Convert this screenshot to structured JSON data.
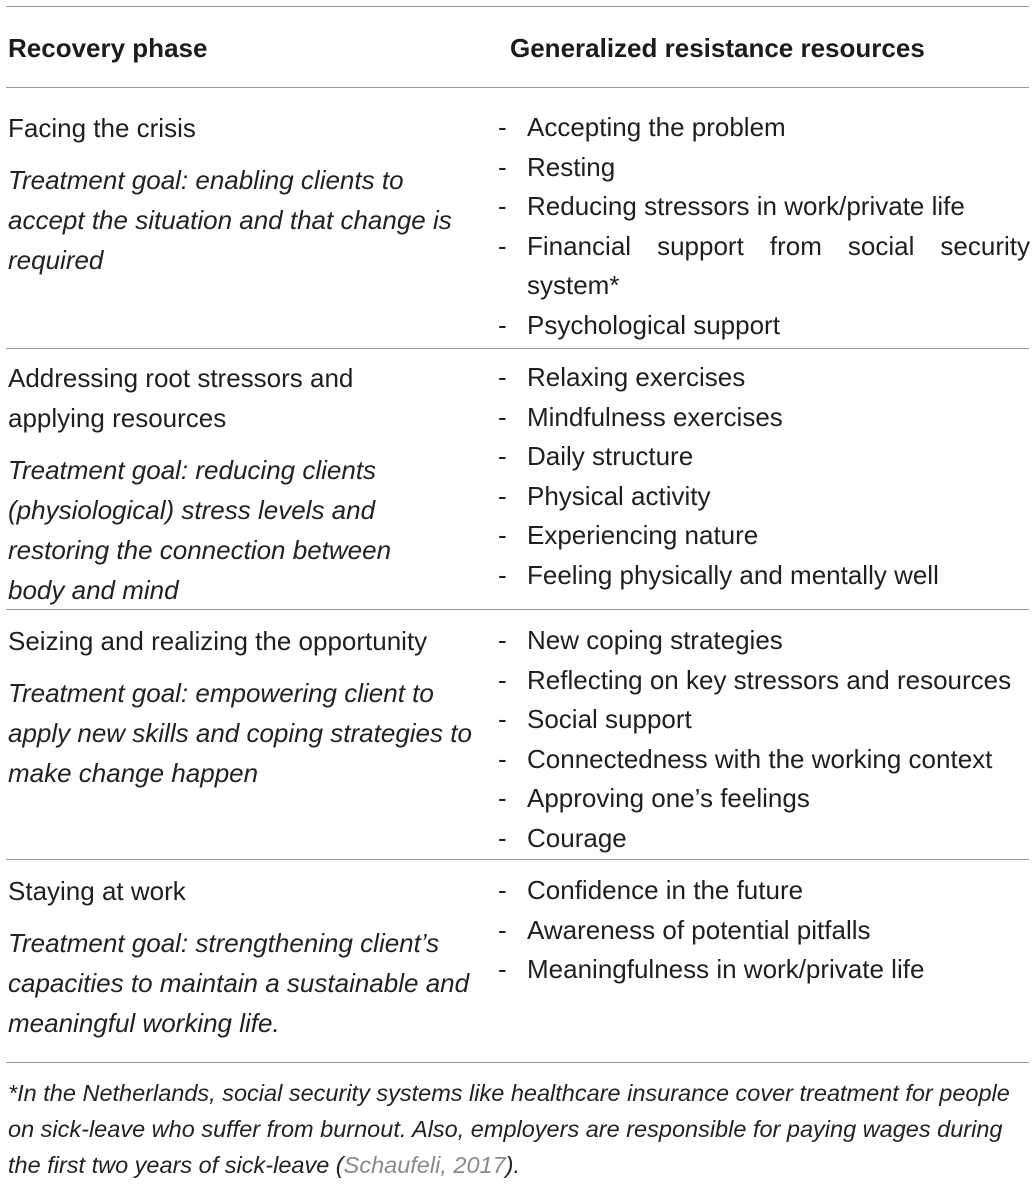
{
  "table": {
    "headers": {
      "phase": "Recovery phase",
      "resources": "Generalized resistance resources"
    },
    "rows": [
      {
        "phase": "Facing the crisis",
        "goal": "Treatment goal: enabling clients to accept the situation and that change is required",
        "resources": [
          "Accepting the problem",
          "Resting",
          "Reducing stressors in work/private life",
          "Financial support from social security system*",
          "Psychological support"
        ]
      },
      {
        "phase": "Addressing root stressors and applying resources",
        "goal": "Treatment goal: reducing clients (physiological) stress levels and restoring the connection between body and mind",
        "resources": [
          "Relaxing exercises",
          "Mindfulness exercises",
          "Daily structure",
          "Physical activity",
          "Experiencing nature",
          "Feeling physically and mentally well"
        ]
      },
      {
        "phase": "Seizing and realizing the opportunity",
        "goal": "Treatment goal: empowering client to apply new skills and coping strategies to make change happen",
        "resources": [
          "New coping strategies",
          "Reflecting on key stressors and resources",
          "Social support",
          "Connectedness with the working context",
          "Approving one’s feelings",
          "Courage"
        ]
      },
      {
        "phase": "Staying at work",
        "goal": "Treatment goal: strengthening client’s capacities to maintain a sustainable and meaningful working life.",
        "resources": [
          "Confidence in the future",
          "Awareness of potential pitfalls",
          "Meaningfulness in work/private life"
        ]
      }
    ],
    "dash": "-"
  },
  "footnote": {
    "text": "*In the Netherlands, social security systems like healthcare insurance cover treatment for people on sick-leave who suffer from burnout. Also, employers are responsible for paying wages during the first two years of sick-leave (",
    "citation": "Schaufeli, 2017",
    "end": ")."
  }
}
